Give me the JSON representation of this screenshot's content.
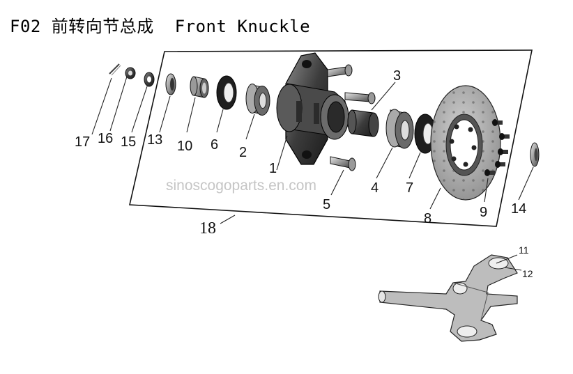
{
  "header": {
    "title": "F02 前转向节总成  Front Knuckle"
  },
  "watermark": "sinoscogoparts.en.com",
  "callouts": {
    "p1": "1",
    "p2": "2",
    "p3": "3",
    "p4": "4",
    "p5": "5",
    "p6": "6",
    "p7": "7",
    "p8": "8",
    "p9": "9",
    "p10": "10",
    "p11": "11",
    "p12": "12",
    "p13": "13",
    "p14": "14",
    "p15": "15",
    "p16": "16",
    "p17": "17",
    "p18": "18"
  },
  "colors": {
    "hub": "#3a3a3a",
    "metal_light": "#b9b9b9",
    "metal_mid": "#7d7d7d",
    "metal_dark": "#2f2f2f",
    "outline": "#111111"
  }
}
